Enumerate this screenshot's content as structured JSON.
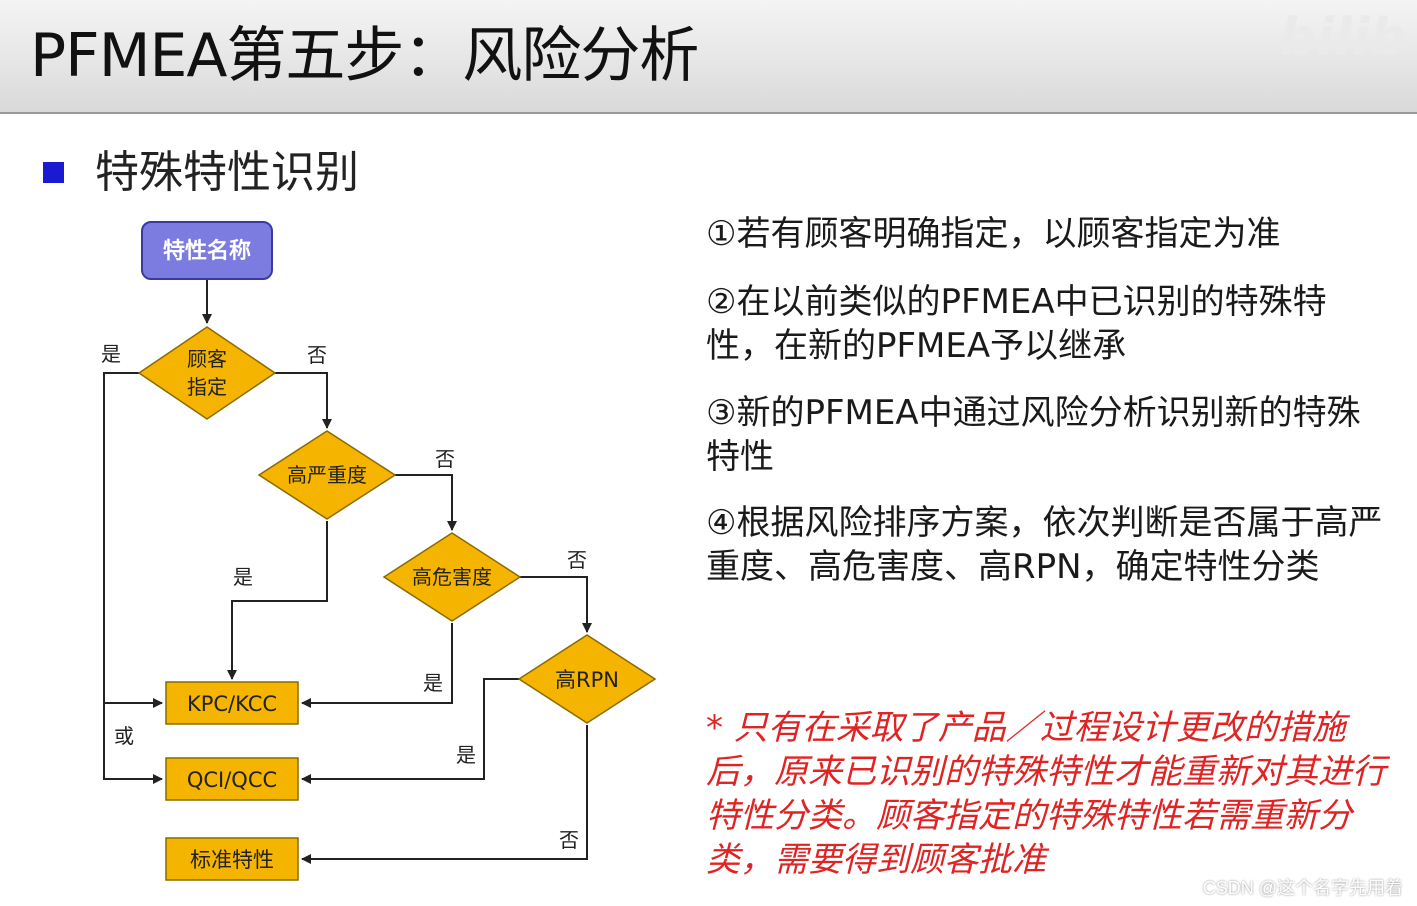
{
  "header": {
    "title": "PFMEA第五步：风险分析"
  },
  "section": {
    "title": "特殊特性识别"
  },
  "flowchart": {
    "start": "特性名称",
    "decisions": [
      {
        "label_line1": "顾客",
        "label_line2": "指定"
      },
      {
        "label": "高严重度"
      },
      {
        "label": "高危害度"
      },
      {
        "label": "高RPN"
      }
    ],
    "outcomes": [
      "KPC/KCC",
      "QCI/QCC",
      "标准特性"
    ],
    "yes": "是",
    "no": "否",
    "or": "或"
  },
  "points": [
    "①若有顾客明确指定，以顾客指定为准",
    "②在以前类似的PFMEA中已识别的特殊特性，在新的PFMEA予以继承",
    "③新的PFMEA中通过风险分析识别新的特殊特性",
    "④根据风险排序方案，依次判断是否属于高严重度、高危害度、高RPN，确定特性分类"
  ],
  "note": "* 只有在采取了产品／过程设计更改的措施后，原来已识别的特殊特性才能重新对其进行特性分类。顾客指定的特殊特性若需重新分类，需要得到顾客批准",
  "credit": "CSDN @这个名字先用着",
  "colors": {
    "start_fill": "#7b7be0",
    "decision_fill": "#f5b400",
    "outcome_fill": "#f5b400",
    "bullet": "#1a1ad0",
    "note": "#e02424"
  }
}
